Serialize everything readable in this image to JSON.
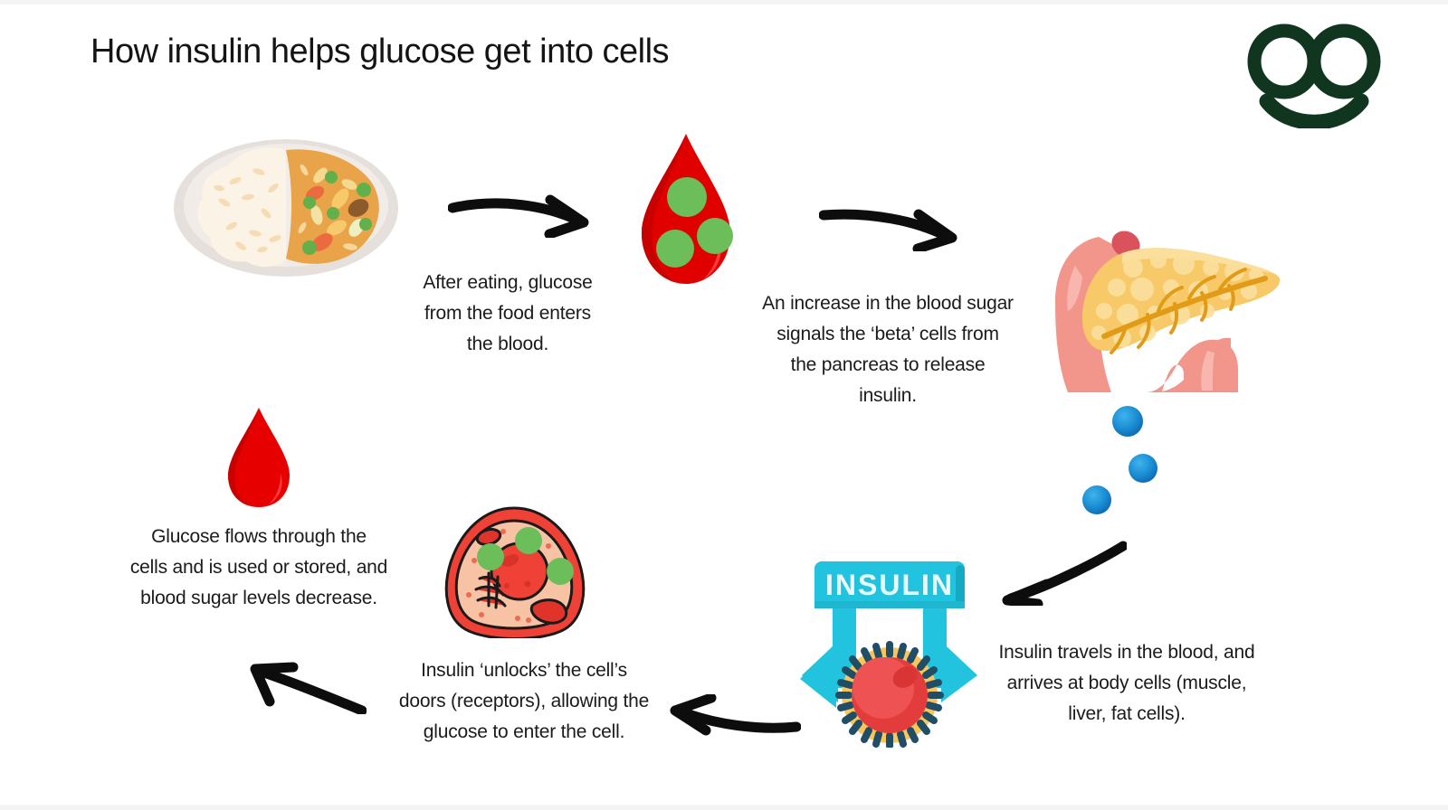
{
  "page": {
    "title": "How insulin helps glucose get into cells",
    "background_color": "#ffffff",
    "text_color": "#1b1b1b"
  },
  "logo": {
    "name": "smiley-face-logo",
    "color": "#11361f",
    "description": "two circular eyes above a curved smile"
  },
  "colors": {
    "blood_red": "#e8000d",
    "blood_red_dark": "#cc0000",
    "glucose_green": "#6cbe5b",
    "insulin_cyan": "#22c3de",
    "insulin_cyan_dark": "#16a9c4",
    "pancreas_yellow": "#f7c969",
    "pancreas_yellow_light": "#fbdf9c",
    "duodenum_pink": "#f4968d",
    "duodenum_pink_light": "#f8b3ab",
    "insulin_blue": "#1479c4",
    "insulin_blue_light": "#2d9fe0",
    "cell_membrane_red": "#f04438",
    "cell_cytoplasm": "#f9c3a8",
    "receptor_yellow": "#fbc55a",
    "receptor_navy": "#1f4e66",
    "arrow_black": "#0d0d0d",
    "plate_grey": "#e4dedb",
    "rice_cream": "#fbf3e3",
    "curry_orange": "#eda54a"
  },
  "steps": [
    {
      "id": "step-1-food",
      "illustration": "plate-of-curry-and-rice",
      "caption": [
        "After eating, glucose",
        "from the food enters",
        "the blood."
      ]
    },
    {
      "id": "step-2-blood-glucose",
      "illustration": "blood-drop-with-glucose",
      "glucose_count": 3,
      "caption": [
        "An increase in the blood sugar",
        "signals the ‘beta’ cells from",
        "the pancreas to release",
        "insulin."
      ]
    },
    {
      "id": "step-3-pancreas",
      "illustration": "pancreas-with-duodenum",
      "caption": []
    },
    {
      "id": "step-4-insulin-travels",
      "illustration": "insulin-molecules-blue-spheres",
      "molecule_count": 3,
      "caption": [
        "Insulin travels in the blood, and",
        "arrives at body cells (muscle,",
        "liver, fat cells)."
      ]
    },
    {
      "id": "step-5-insulin-unlocks",
      "illustration": "insulin-key-banner-and-receptor-cell",
      "banner_label": "INSULIN",
      "caption": [
        "Insulin ‘unlocks’ the cell’s",
        "doors (receptors), allowing the",
        "glucose to enter the cell."
      ]
    },
    {
      "id": "step-6-glucose-used",
      "illustration": "body-cell-with-glucose",
      "caption": [
        "Glucose flows through the",
        "cells and is used or stored, and",
        "blood sugar levels decrease."
      ]
    },
    {
      "id": "step-7-blood-drop-clean",
      "illustration": "blood-drop-plain",
      "caption": []
    }
  ],
  "arrows": [
    {
      "id": "arrow-food-to-blood",
      "direction": "right"
    },
    {
      "id": "arrow-blood-to-pancreas",
      "direction": "right"
    },
    {
      "id": "arrow-pancreas-to-cell",
      "direction": "down-left"
    },
    {
      "id": "arrow-insulin-to-unlock",
      "direction": "left"
    },
    {
      "id": "arrow-cell-to-bloodstream",
      "direction": "up-left"
    }
  ]
}
